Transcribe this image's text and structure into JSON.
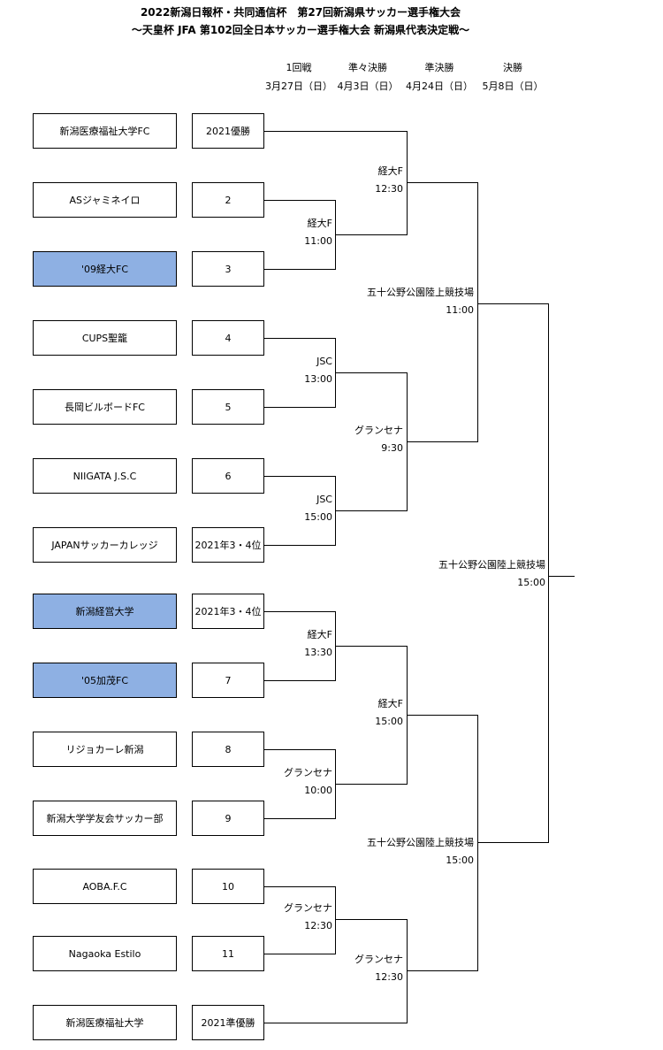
{
  "title": {
    "line1": "2022新潟日報杯・共同通信杯　第27回新潟県サッカー選手権大会",
    "line2": "～天皇杯 JFA 第102回全日本サッカー選手権大会 新潟県代表決定戦～"
  },
  "rounds": [
    {
      "name": "1回戦",
      "date": "3月27日（日）"
    },
    {
      "name": "準々決勝",
      "date": "4月3日（日）"
    },
    {
      "name": "準決勝",
      "date": "4月24日（日）"
    },
    {
      "name": "決勝",
      "date": "5月8日（日）"
    }
  ],
  "teams": [
    {
      "name": "新潟医療福祉大学FC",
      "seed": "2021優勝",
      "highlight": false
    },
    {
      "name": "ASジャミネイロ",
      "seed": "2",
      "highlight": false
    },
    {
      "name": "'09経大FC",
      "seed": "3",
      "highlight": true
    },
    {
      "name": "CUPS聖籠",
      "seed": "4",
      "highlight": false
    },
    {
      "name": "長岡ビルボードFC",
      "seed": "5",
      "highlight": false
    },
    {
      "name": "NIIGATA J.S.C",
      "seed": "6",
      "highlight": false
    },
    {
      "name": "JAPANサッカーカレッジ",
      "seed": "2021年3・4位",
      "highlight": false
    },
    {
      "name": "新潟経営大学",
      "seed": "2021年3・4位",
      "highlight": true
    },
    {
      "name": "'05加茂FC",
      "seed": "7",
      "highlight": true
    },
    {
      "name": "リジョカーレ新潟",
      "seed": "8",
      "highlight": false
    },
    {
      "name": "新潟大学学友会サッカー部",
      "seed": "9",
      "highlight": false
    },
    {
      "name": "AOBA.F.C",
      "seed": "10",
      "highlight": false
    },
    {
      "name": "Nagaoka Estilo",
      "seed": "11",
      "highlight": false
    },
    {
      "name": "新潟医療福祉大学",
      "seed": "2021準優勝",
      "highlight": false
    }
  ],
  "matches": {
    "r1": [
      {
        "winner": "経大F",
        "info": "11:00"
      },
      {
        "winner": "JSC",
        "info": "13:00"
      },
      {
        "winner": "JSC",
        "info": "15:00"
      },
      {
        "winner": "経大F",
        "info": "13:30"
      },
      {
        "winner": "グランセナ",
        "info": "10:00"
      },
      {
        "winner": "グランセナ",
        "info": "12:30"
      }
    ],
    "qf": [
      {
        "winner": "経大F",
        "info": "12:30"
      },
      {
        "winner": "グランセナ",
        "info": "9:30"
      },
      {
        "winner": "経大F",
        "info": "15:00"
      },
      {
        "winner": "グランセナ",
        "info": "12:30"
      }
    ],
    "sf": [
      {
        "winner": "五十公野公園陸上競技場",
        "info": "11:00"
      },
      {
        "winner": "五十公野公園陸上競技場",
        "info": "15:00"
      }
    ],
    "final": {
      "winner": "五十公野公園陸上競技場",
      "info": "15:00"
    }
  }
}
